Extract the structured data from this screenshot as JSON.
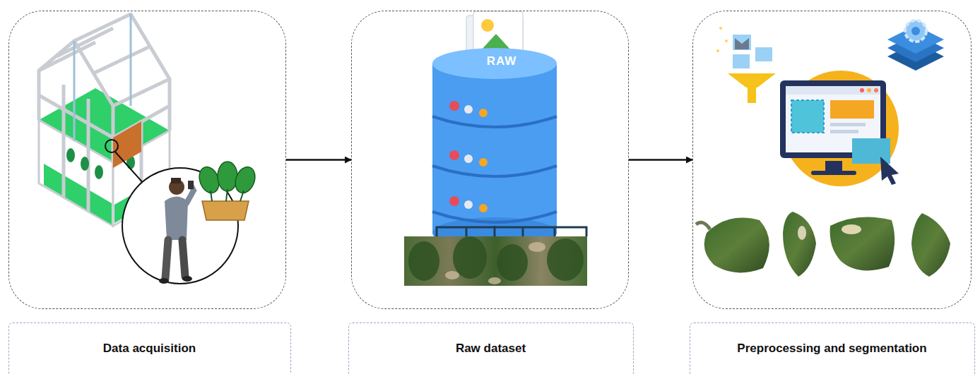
{
  "diagram": {
    "nodes": [
      {
        "text": [
          "Data acquisition"
        ]
      },
      {
        "text": [
          "Raw dataset"
        ]
      },
      {
        "text": [
          "Preprocessing and segmentation"
        ]
      }
    ],
    "edges": [
      {
        "from": 0,
        "to": 1,
        "arrow": "to"
      },
      {
        "from": 1,
        "to": 2,
        "arrow": "to"
      }
    ],
    "labels": [
      "RAW"
    ]
  }
}
